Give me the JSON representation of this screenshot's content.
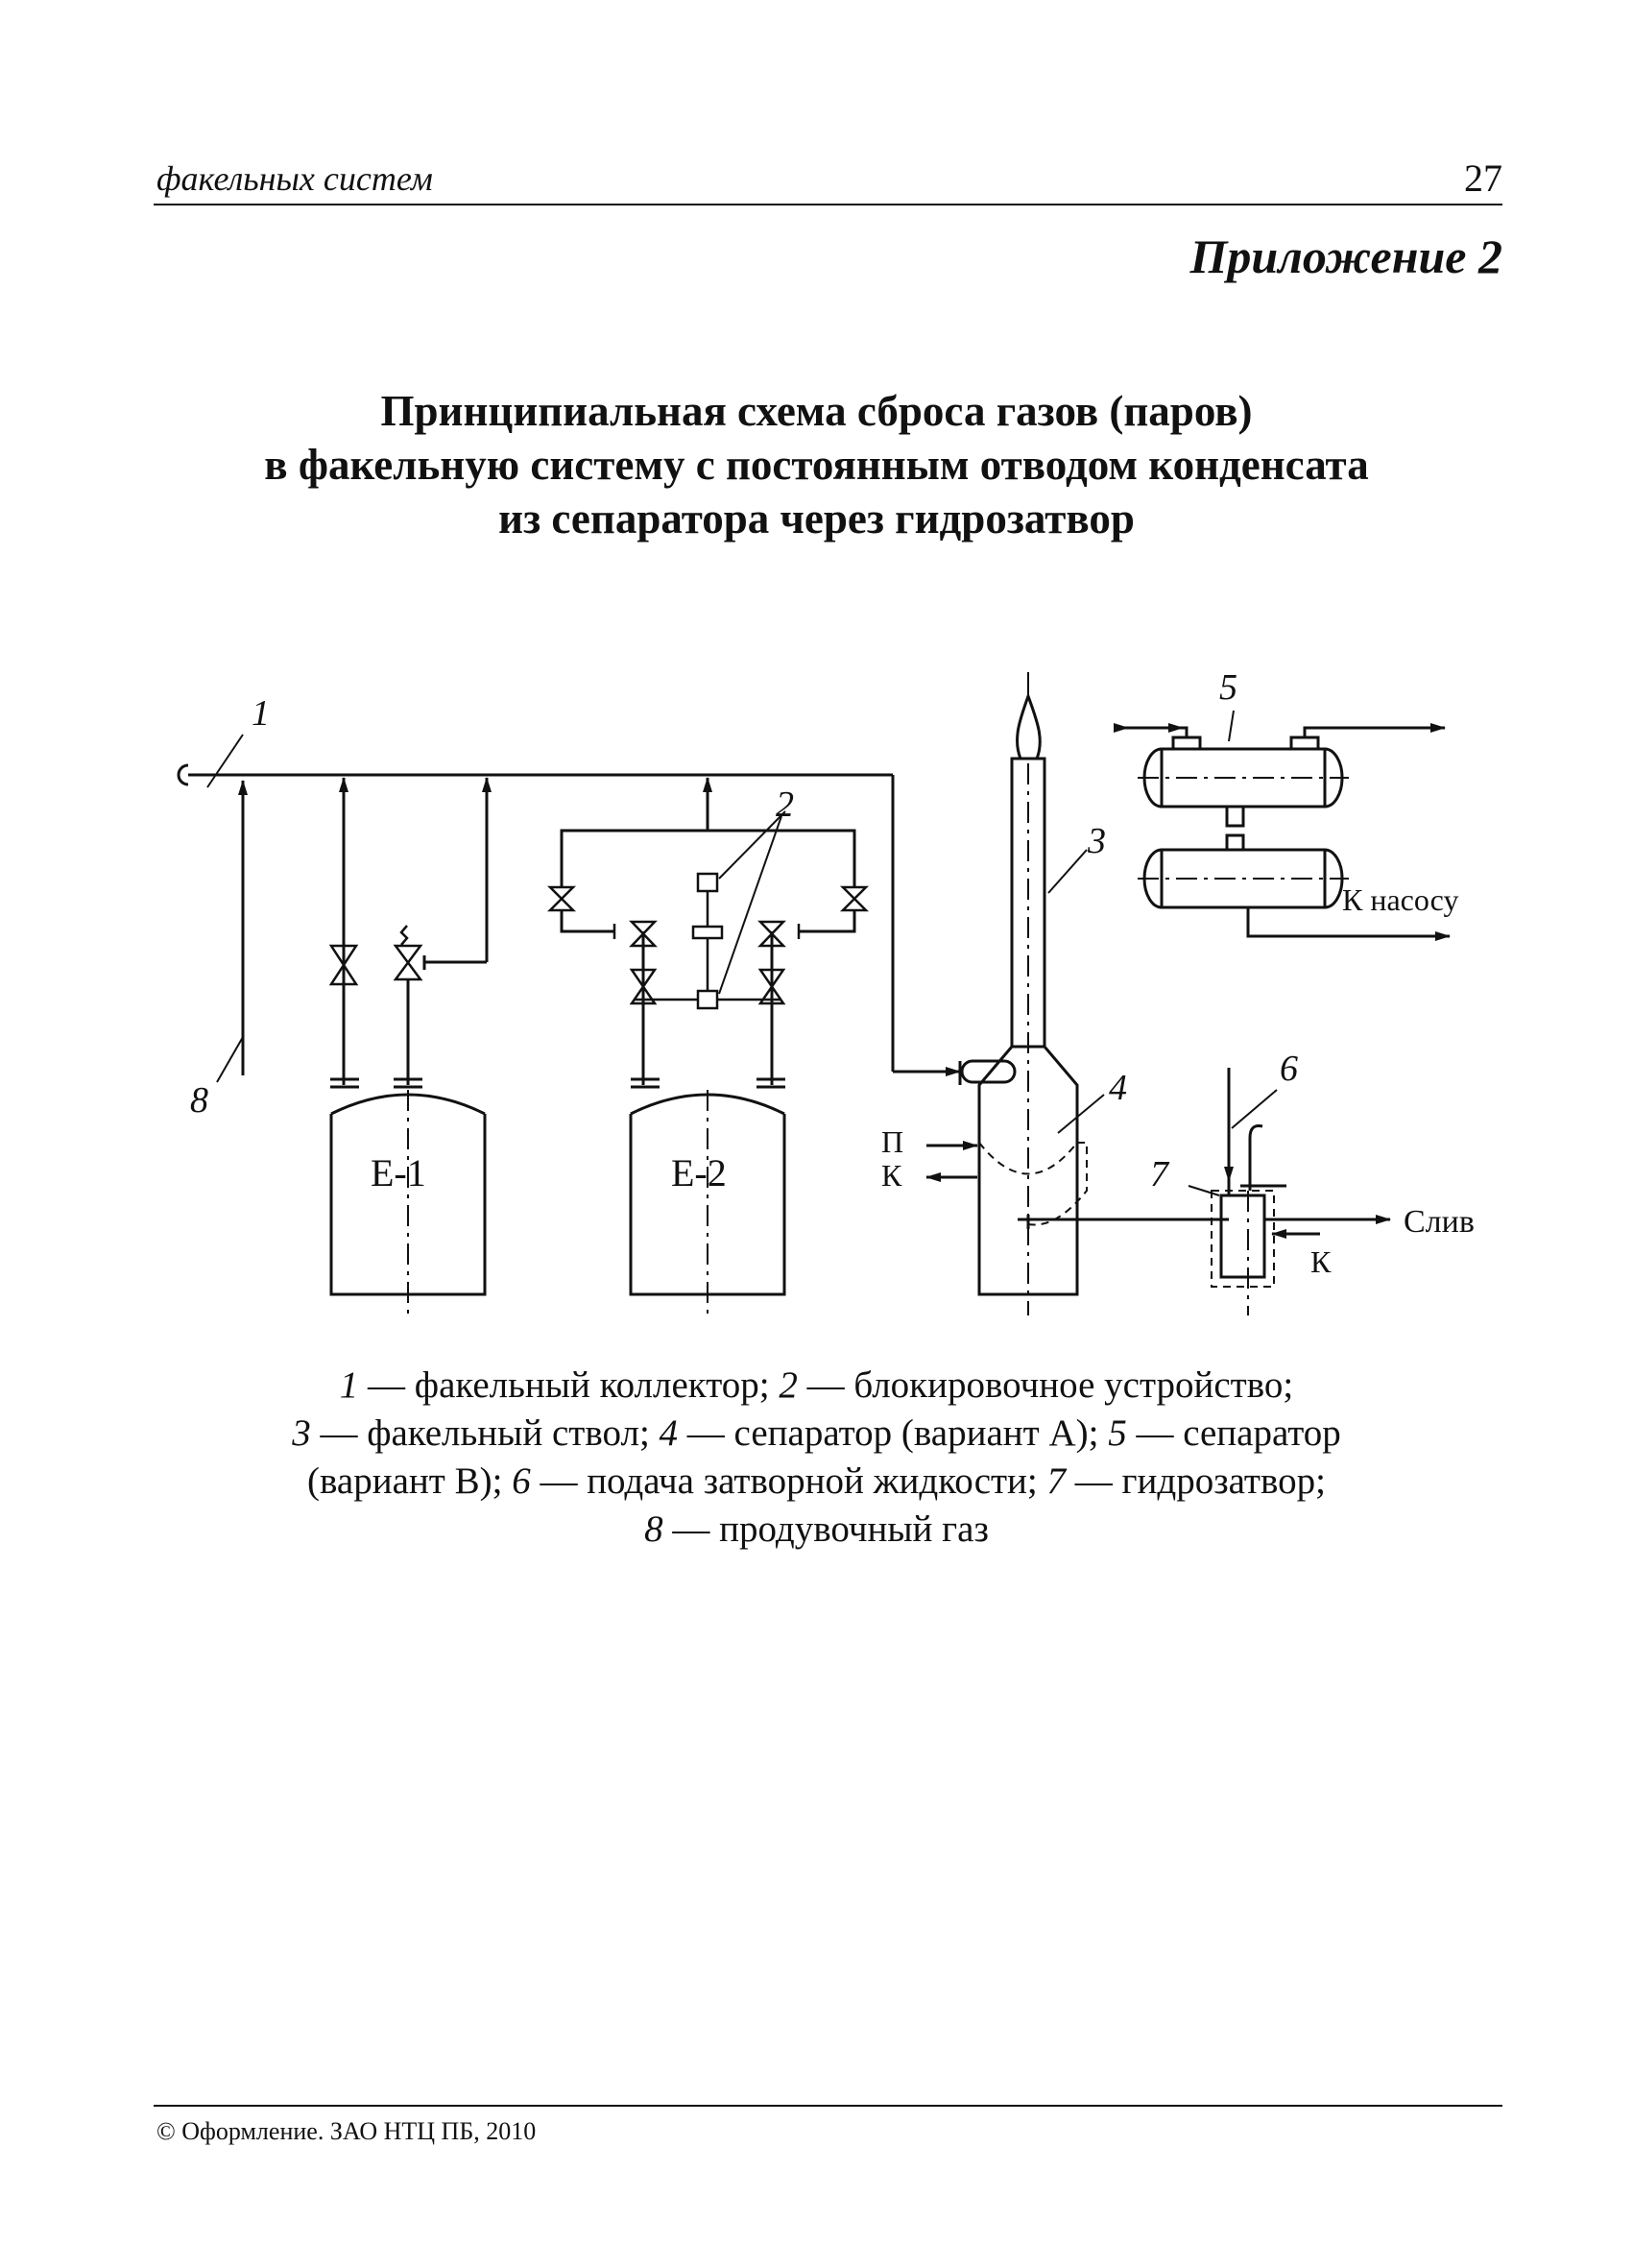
{
  "header": {
    "running_title": "факельных систем",
    "page_number": "27"
  },
  "appendix_label": "Приложение 2",
  "title_lines": [
    "Принципиальная схема сброса газов (паров)",
    "в факельную систему с постоянным отводом конденсата",
    "из сепаратора через гидрозатвор"
  ],
  "diagram": {
    "labels": {
      "n1": "1",
      "n2": "2",
      "n3": "3",
      "n4": "4",
      "n5": "5",
      "n6": "6",
      "n7": "7",
      "n8": "8",
      "e1": "Е-1",
      "e2": "Е-2",
      "steam": "П",
      "condensate_a": "К",
      "condensate_b": "К",
      "to_pump": "К насосу",
      "drain": "Слив"
    }
  },
  "caption": {
    "lines": [
      [
        {
          "num": "1",
          "text": " — факельный коллектор; "
        },
        {
          "num": "2",
          "text": " — блокировочное устройство;"
        }
      ],
      [
        {
          "num": "3",
          "text": " — факельный ствол; "
        },
        {
          "num": "4",
          "text": " — сепаратор (вариант А); "
        },
        {
          "num": "5",
          "text": " — сепаратор"
        }
      ],
      [
        {
          "pre": "(вариант В); "
        },
        {
          "num": "6",
          "text": " — подача затворной жидкости; "
        },
        {
          "num": "7",
          "text": " — гидрозатвор;"
        }
      ],
      [
        {
          "num": "8",
          "text": " — продувочный газ"
        }
      ]
    ]
  },
  "footer": {
    "text": "© Оформление. ЗАО НТЦ ПБ, 2010"
  }
}
